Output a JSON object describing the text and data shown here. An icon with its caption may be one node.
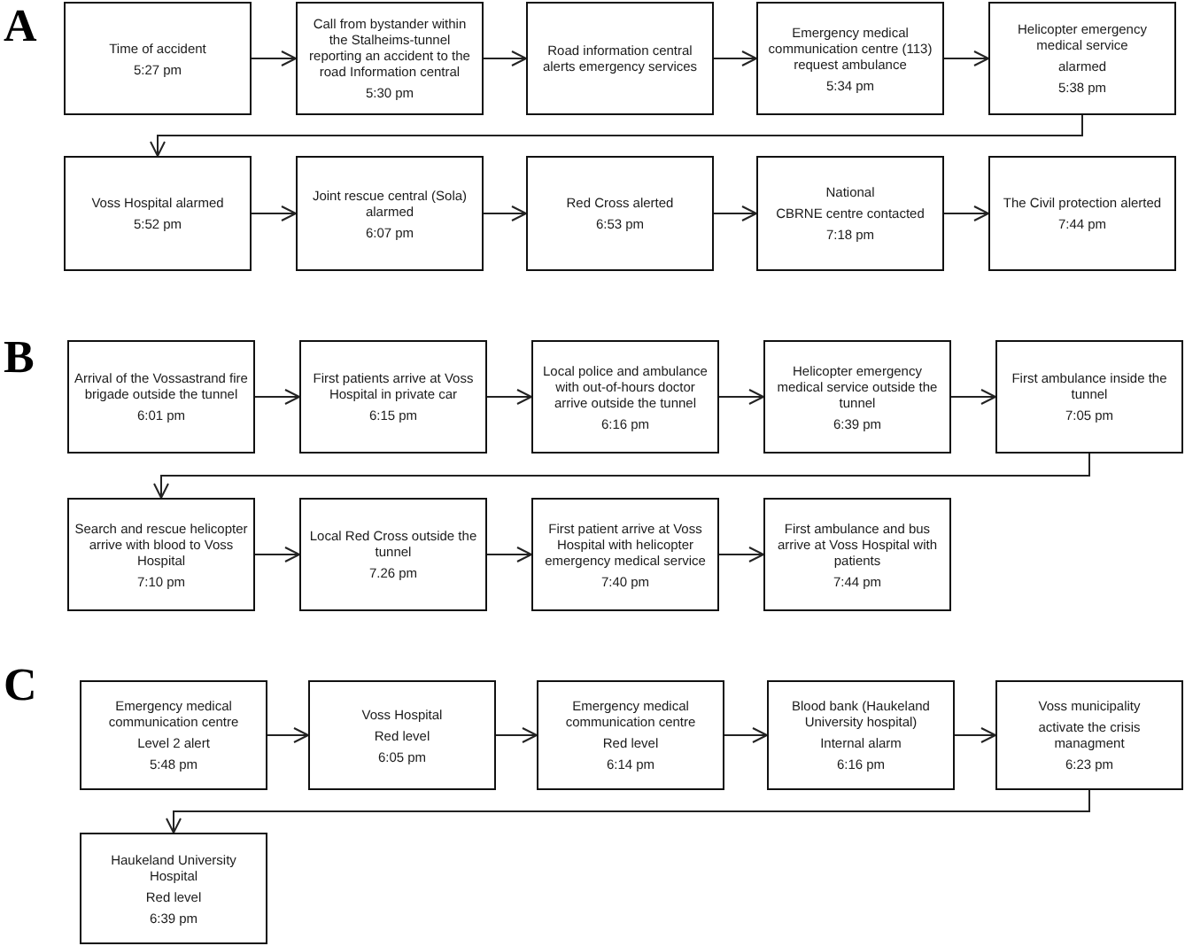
{
  "diagram": {
    "nodes": [
      {
        "text": [
          "Time of accident",
          "5:27 pm"
        ]
      },
      {
        "text": [
          "Call from bystander within the Stalheims-tunnel reporting an accident to the road Information central",
          "5:30 pm"
        ]
      },
      {
        "text": [
          "Road information central alerts emergency services"
        ]
      },
      {
        "text": [
          "Emergency medical communication centre (113) request ambulance",
          "5:34 pm"
        ]
      },
      {
        "text": [
          "Helicopter emergency medical service",
          "alarmed",
          "5:38 pm"
        ]
      },
      {
        "text": [
          "Voss Hospital alarmed",
          "5:52 pm"
        ]
      },
      {
        "text": [
          "Joint rescue central (Sola) alarmed",
          "6:07 pm"
        ]
      },
      {
        "text": [
          "Red Cross alerted",
          "6:53 pm"
        ]
      },
      {
        "text": [
          "National",
          "CBRNE centre contacted",
          "7:18 pm"
        ]
      },
      {
        "text": [
          "The Civil protection alerted",
          "7:44 pm"
        ]
      },
      {
        "text": [
          "Arrival of the Vossastrand fire brigade outside the tunnel",
          "6:01 pm"
        ]
      },
      {
        "text": [
          "First patients arrive at Voss Hospital in private car",
          "6:15 pm"
        ]
      },
      {
        "text": [
          "Local police and ambulance with out-of-hours doctor arrive outside the tunnel",
          "6:16 pm"
        ]
      },
      {
        "text": [
          "Helicopter emergency medical service outside the tunnel",
          "6:39 pm"
        ]
      },
      {
        "text": [
          "First ambulance inside the tunnel",
          "7:05 pm"
        ]
      },
      {
        "text": [
          "Search and rescue helicopter arrive with blood to Voss Hospital",
          "7:10 pm"
        ]
      },
      {
        "text": [
          "Local Red Cross outside the tunnel",
          "7.26 pm"
        ]
      },
      {
        "text": [
          "First patient arrive at Voss Hospital with helicopter emergency medical service",
          "7:40 pm"
        ]
      },
      {
        "text": [
          "First ambulance and bus arrive at Voss Hospital with patients",
          "7:44 pm"
        ]
      },
      {
        "text": [
          "Emergency medical communication centre",
          "Level 2 alert",
          "5:48 pm"
        ]
      },
      {
        "text": [
          "Voss Hospital",
          "Red level",
          "6:05 pm"
        ]
      },
      {
        "text": [
          "Emergency medical communication centre",
          "Red level",
          "6:14 pm"
        ]
      },
      {
        "text": [
          "Blood bank (Haukeland University hospital)",
          "Internal alarm",
          "6:16 pm"
        ]
      },
      {
        "text": [
          "Voss municipality",
          "activate the crisis managment",
          "6:23 pm"
        ]
      },
      {
        "text": [
          "Haukeland University Hospital",
          "Red level",
          "6:39 pm"
        ]
      }
    ],
    "edges": [
      {
        "from": 0,
        "to": 1,
        "arrow": "to"
      },
      {
        "from": 1,
        "to": 2,
        "arrow": "to"
      },
      {
        "from": 2,
        "to": 3,
        "arrow": "to"
      },
      {
        "from": 3,
        "to": 4,
        "arrow": "to"
      },
      {
        "from": 4,
        "to": 5,
        "arrow": "to"
      },
      {
        "from": 5,
        "to": 6,
        "arrow": "to"
      },
      {
        "from": 6,
        "to": 7,
        "arrow": "to"
      },
      {
        "from": 7,
        "to": 8,
        "arrow": "to"
      },
      {
        "from": 8,
        "to": 9,
        "arrow": "to"
      },
      {
        "from": 10,
        "to": 11,
        "arrow": "to"
      },
      {
        "from": 11,
        "to": 12,
        "arrow": "to"
      },
      {
        "from": 12,
        "to": 13,
        "arrow": "to"
      },
      {
        "from": 13,
        "to": 14,
        "arrow": "to"
      },
      {
        "from": 14,
        "to": 15,
        "arrow": "to"
      },
      {
        "from": 15,
        "to": 16,
        "arrow": "to"
      },
      {
        "from": 16,
        "to": 17,
        "arrow": "to"
      },
      {
        "from": 17,
        "to": 18,
        "arrow": "to"
      },
      {
        "from": 19,
        "to": 20,
        "arrow": "to"
      },
      {
        "from": 20,
        "to": 21,
        "arrow": "to"
      },
      {
        "from": 21,
        "to": 22,
        "arrow": "to"
      },
      {
        "from": 22,
        "to": 23,
        "arrow": "to"
      },
      {
        "from": 23,
        "to": 24,
        "arrow": "to"
      }
    ],
    "labels": [
      "A",
      "B",
      "C"
    ]
  }
}
